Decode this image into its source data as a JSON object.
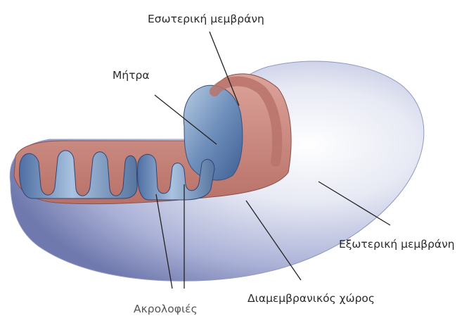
{
  "diagram": {
    "labels": {
      "inner_membrane": "Εσωτερική μεμβράνη",
      "matrix": "Μήτρα",
      "outer_membrane": "Εξωτερική μεμβράνη",
      "intermembrane_space": "Διαμεμβρανικός χώρος",
      "cristae": "Ακρολοφιές"
    },
    "colors": {
      "outer_membrane": "#7c86b8",
      "inner_membrane": "#c98a80",
      "matrix": "#6f90b8",
      "background": "#ffffff"
    }
  }
}
